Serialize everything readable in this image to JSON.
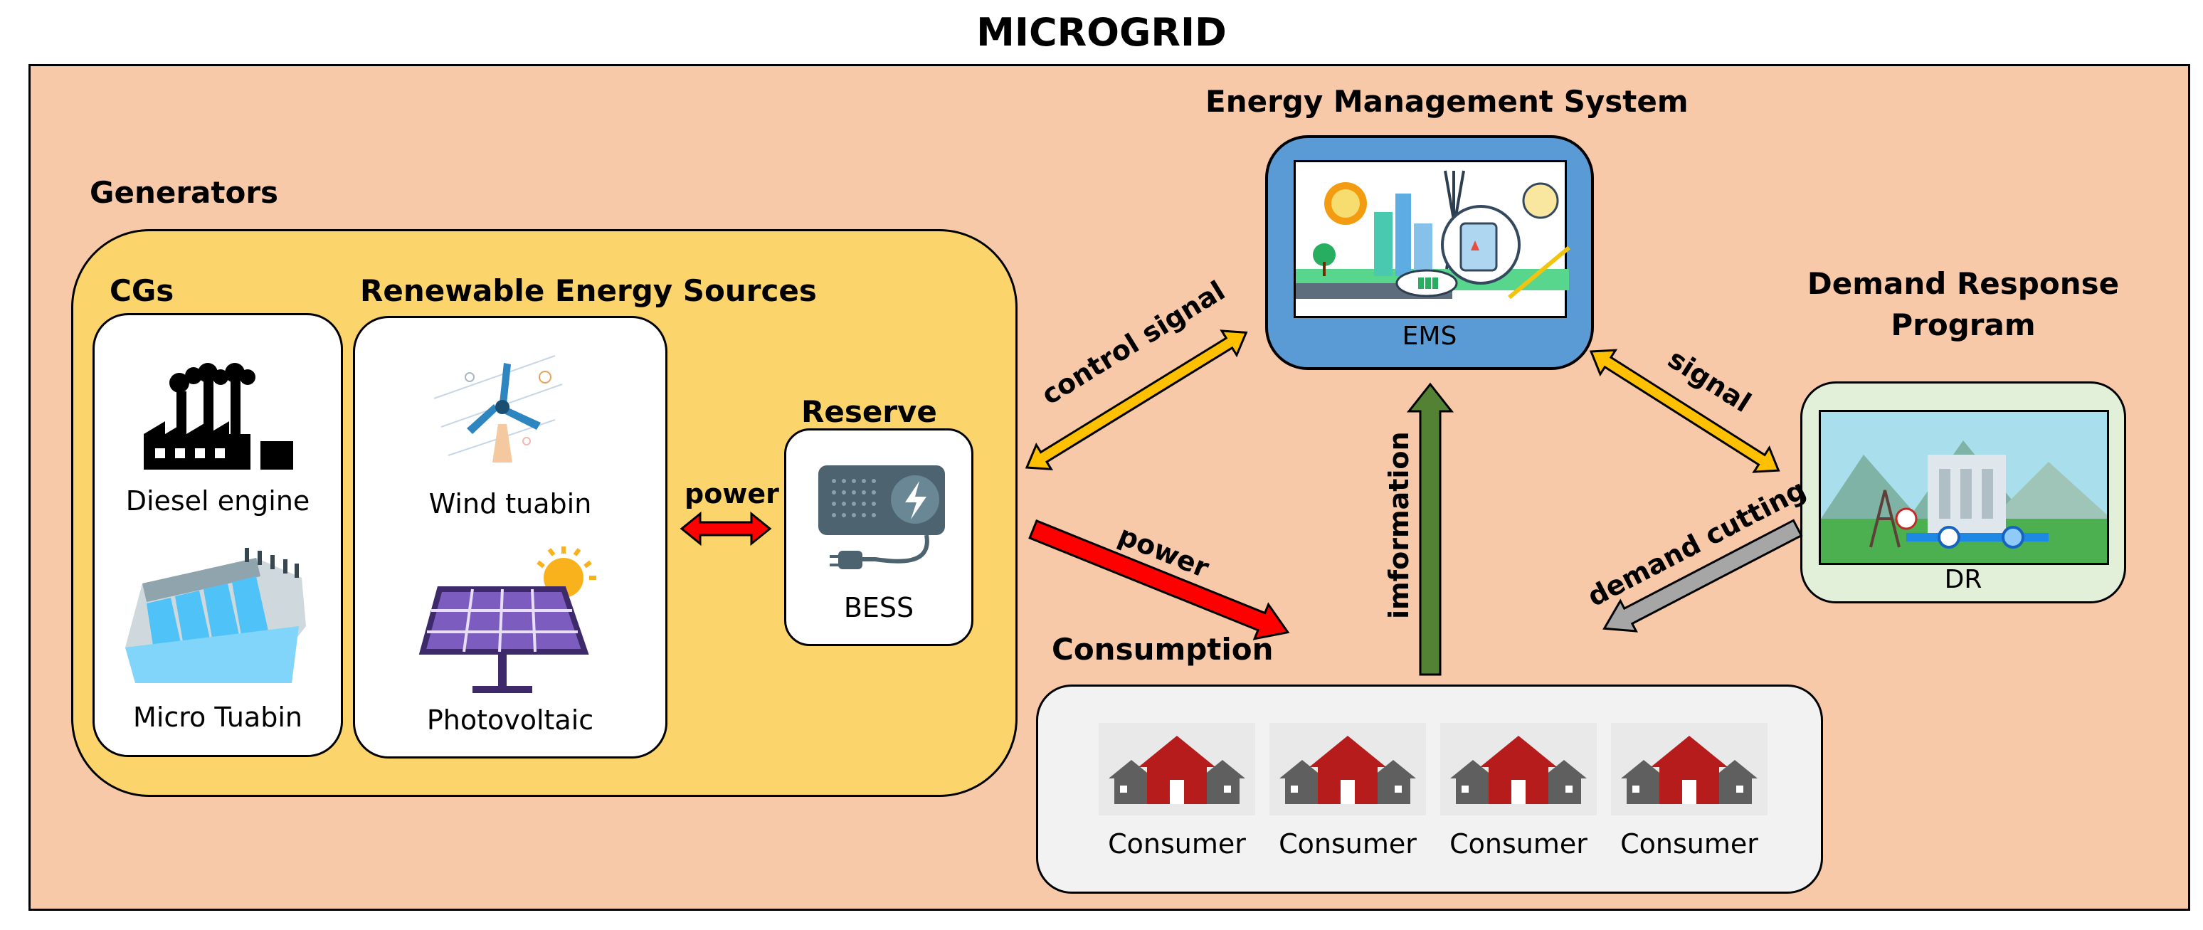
{
  "title": "MICROGRID",
  "generators": {
    "heading": "Generators",
    "cgs": {
      "heading": "CGs",
      "items": [
        {
          "label": "Diesel engine",
          "icon": "factory-icon"
        },
        {
          "label": "Micro Tuabin",
          "icon": "hydro-dam-icon"
        }
      ]
    },
    "res": {
      "heading": "Renewable Energy Sources",
      "items": [
        {
          "label": "Wind tuabin",
          "icon": "wind-turbine-icon"
        },
        {
          "label": "Photovoltaic",
          "icon": "solar-panel-icon"
        }
      ]
    },
    "reserve": {
      "heading": "Reserve",
      "label": "BESS",
      "icon": "battery-storage-icon"
    }
  },
  "ems": {
    "heading": "Energy Management System",
    "label": "EMS",
    "icon": "smart-city-icon"
  },
  "dr": {
    "heading_line1": "Demand Response",
    "heading_line2": "Program",
    "label": "DR",
    "icon": "power-plant-icon"
  },
  "consumption": {
    "heading": "Consumption",
    "consumers": [
      "Consumer",
      "Consumer",
      "Consumer",
      "Consumer"
    ]
  },
  "arrows": {
    "power_reserve": "power",
    "control_signal": "control signal",
    "power_consumption": "power",
    "information": "imformation",
    "signal": "signal",
    "demand_cutting": "demand cutting"
  },
  "colors": {
    "background": "#f7c9a8",
    "generators": "#fcd46c",
    "ems": "#5b9bd5",
    "dr": "#e2f0d9",
    "consumption": "#f2f2f2",
    "power_arrow": "#ff0000",
    "signal_arrow": "#ffc000",
    "information_arrow": "#548235",
    "demand_cutting_arrow": "#a6a6a6"
  }
}
